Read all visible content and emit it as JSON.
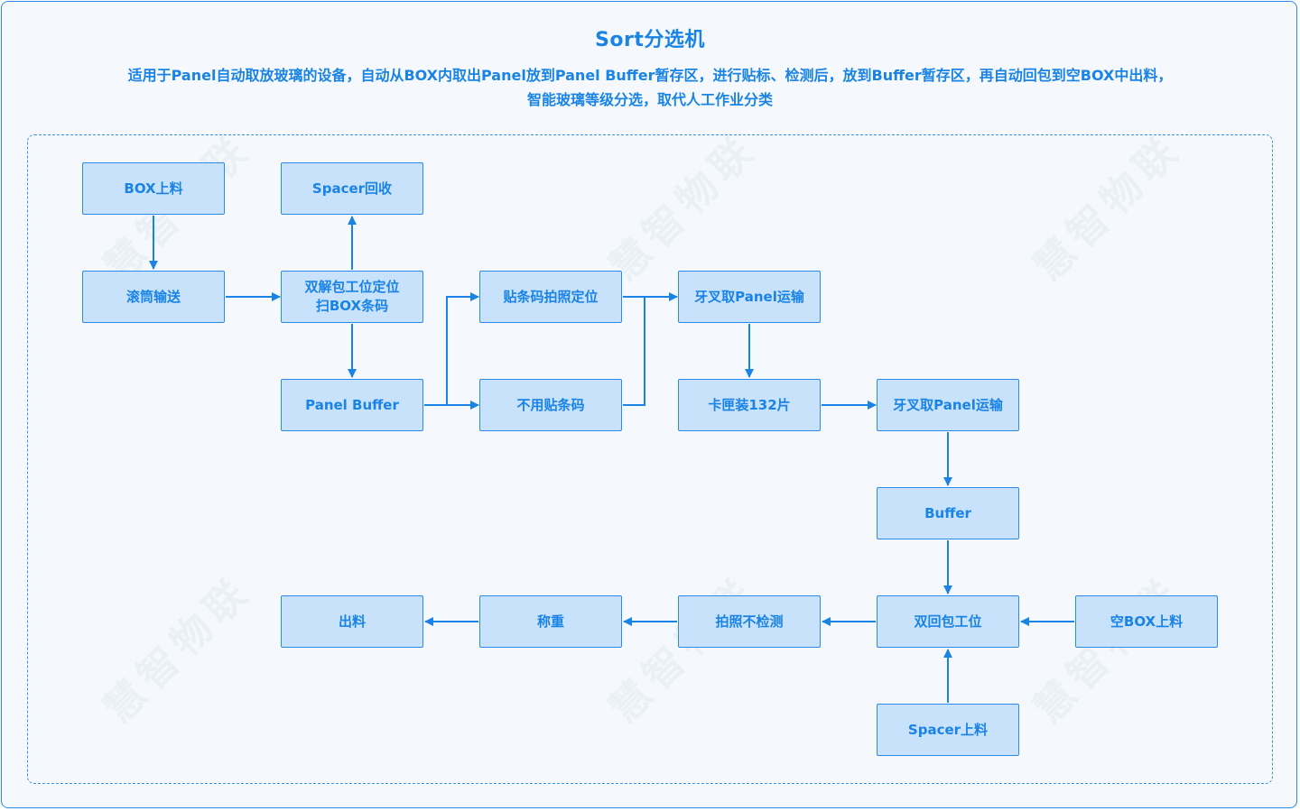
{
  "header": {
    "title": "Sort分选机",
    "desc_line1": "适用于Panel自动取放玻璃的设备，自动从BOX内取出Panel放到Panel Buffer暂存区，进行贴标、检测后，放到Buffer暂存区，再自动回包到空BOX中出料，",
    "desc_line2": "智能玻璃等级分选，取代人工作业分类"
  },
  "watermark": {
    "text": "慧智物联"
  },
  "nodes": {
    "box_load": "BOX上料",
    "spacer_recycle": "Spacer回收",
    "roller_convey": "滚筒输送",
    "double_unpack": "双解包工位定位\n扫BOX条码",
    "panel_buffer": "Panel Buffer",
    "label_photo": "贴条码拍照定位",
    "no_label": "不用贴条码",
    "fork_panel_1": "牙叉取Panel运输",
    "cassette_132": "卡匣装132片",
    "fork_panel_2": "牙叉取Panel运输",
    "buffer": "Buffer",
    "double_repack": "双回包工位",
    "empty_box_load": "空BOX上料",
    "spacer_load": "Spacer上料",
    "photo_no_detect": "拍照不检测",
    "weigh": "称重",
    "output": "出料"
  },
  "colors": {
    "accent": "#1a83e6",
    "node_fill": "#c9e2fb",
    "border": "#2a8bea"
  }
}
